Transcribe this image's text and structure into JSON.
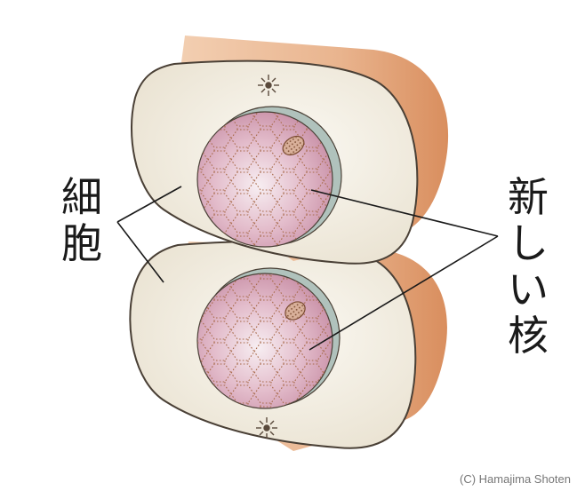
{
  "labels": {
    "cell": "細\n胞",
    "new_nucleus": "新\nし\nい\n核"
  },
  "copyright": "(C) Hamajima Shoten",
  "colors": {
    "cell_outer": "#e9b48e",
    "cell_side_dark": "#d98e5e",
    "cell_face": "#f1ece0",
    "cell_face_edge": "#4a4036",
    "nucleus": "#d9a9bb",
    "nucleus_highlight": "#f7eef2",
    "nucleus_shadow": "#b0c2bc",
    "net_line": "#a86a4a",
    "leader_line": "#1a1a1a"
  },
  "icons": [
    "centrosome-icon",
    "nucleolus-icon"
  ]
}
